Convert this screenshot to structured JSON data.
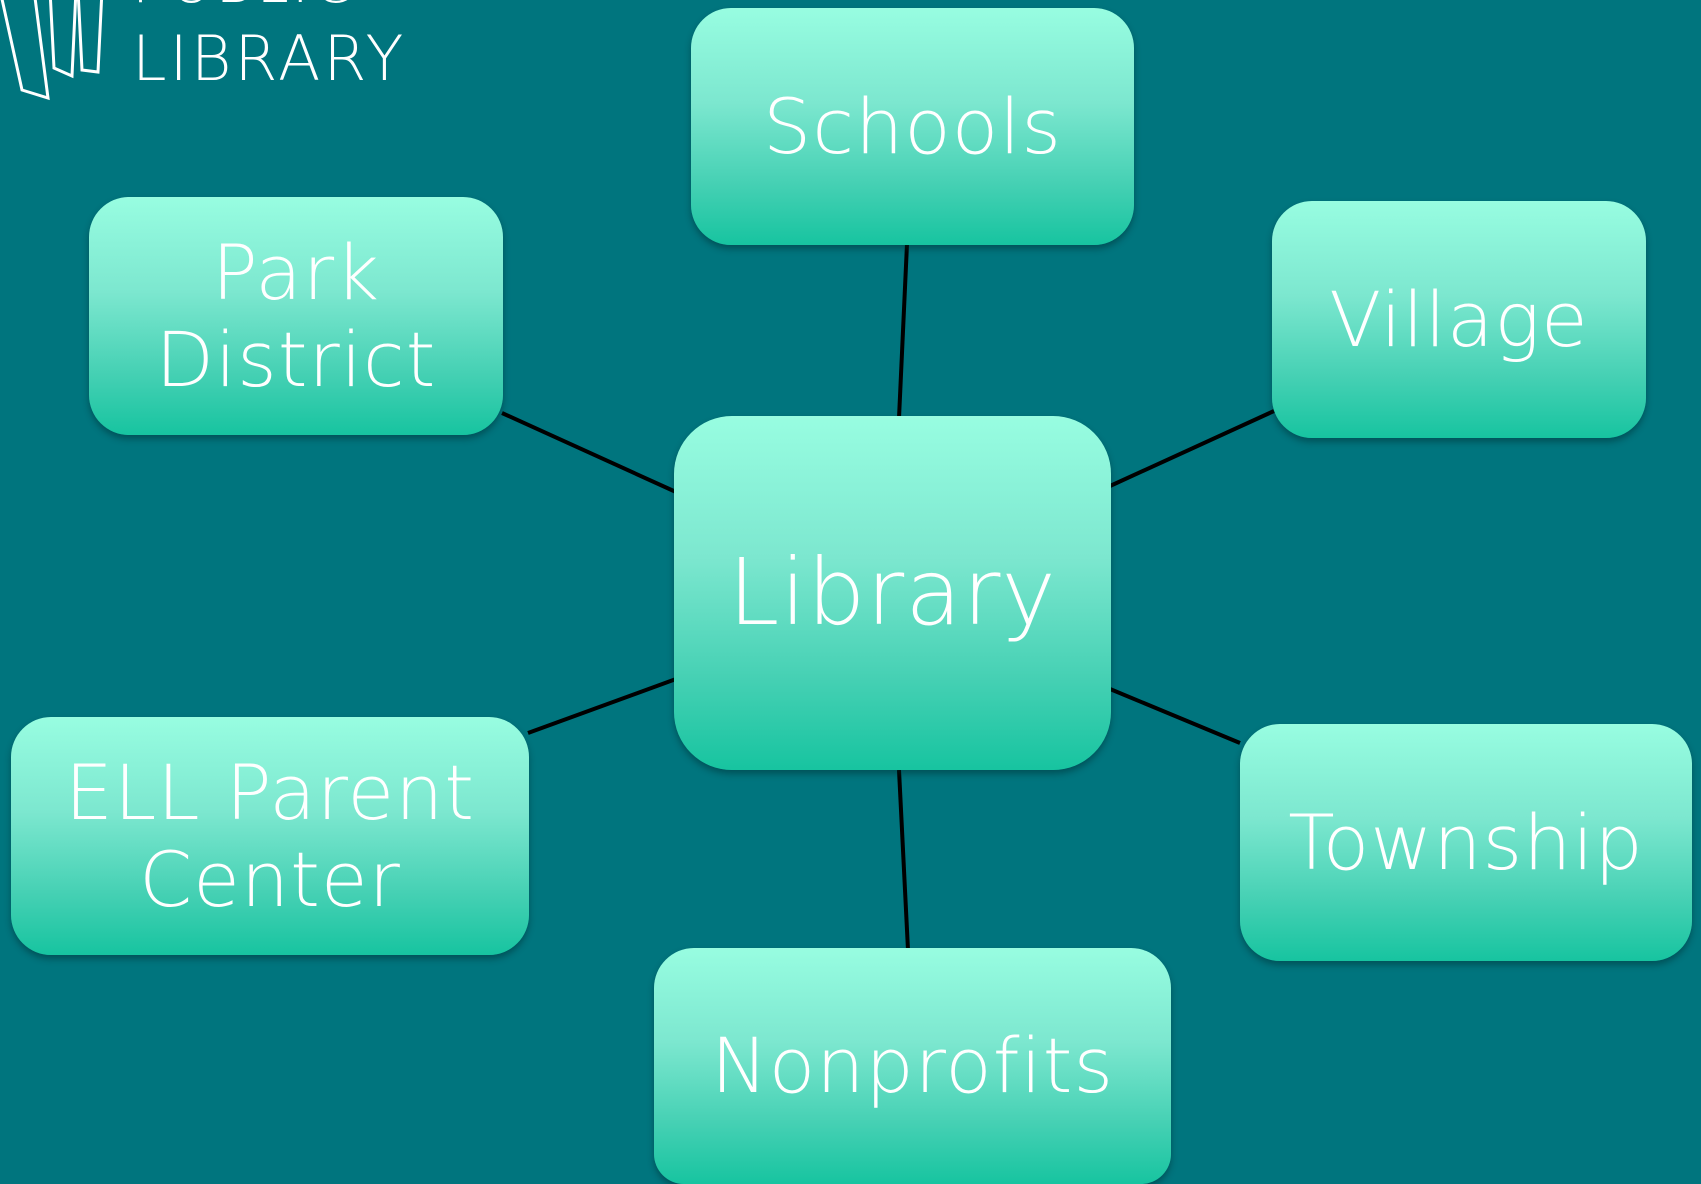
{
  "logo": {
    "line1": "PUBLIC",
    "line2": "LIBRARY"
  },
  "diagram": {
    "center": "Library",
    "nodes": {
      "schools": "Schools",
      "park_district": "Park District",
      "village": "Village",
      "ell_parent_center": "ELL Parent Center",
      "township": "Township",
      "nonprofits": "Nonprofits"
    }
  },
  "colors": {
    "background": "#00757e",
    "node_top": "#98fde1",
    "node_bottom": "#17c4a0",
    "text": "#ffffff",
    "connector": "#000000"
  }
}
